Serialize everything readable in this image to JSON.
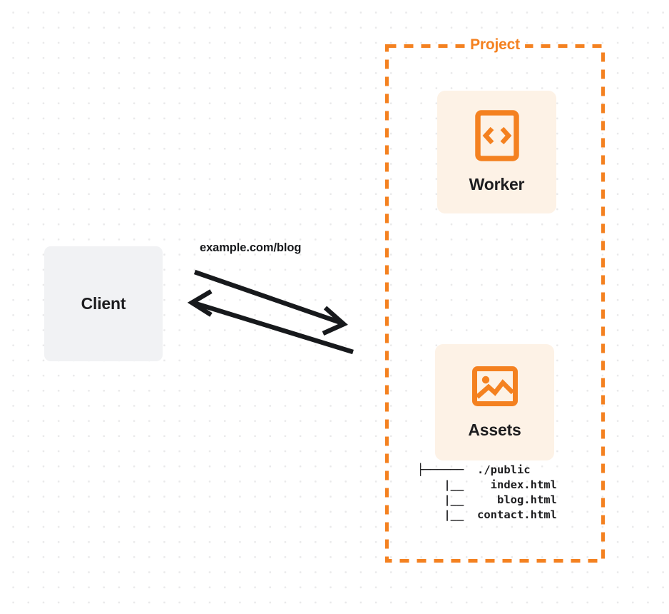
{
  "diagram": {
    "title": "Client to Project request flow",
    "colors": {
      "accent_orange": "#f48120",
      "card_bg": "#fdf2e6",
      "client_bg": "#f1f2f4",
      "text": "#1d1d1f",
      "grid_dot": "#e9e9ea",
      "page_bg": "#ffffff"
    },
    "client": {
      "label": "Client"
    },
    "edge": {
      "label": "example.com/blog",
      "request_direction": "client-to-project",
      "response_direction": "project-to-client"
    },
    "project": {
      "title": "Project",
      "border_style": "dashed",
      "nodes": [
        {
          "id": "worker",
          "label": "Worker",
          "icon": "code-brackets-icon"
        },
        {
          "id": "assets",
          "label": "Assets",
          "icon": "image-icon"
        }
      ],
      "file_tree": {
        "root_connector": "├──────",
        "root": "./public",
        "child_connector": "|__",
        "children": [
          "index.html",
          "blog.html",
          "contact.html"
        ],
        "lines": [
          "├──────  ./public",
          "    |__    index.html",
          "    |__     blog.html",
          "    |__  contact.html"
        ]
      }
    }
  }
}
